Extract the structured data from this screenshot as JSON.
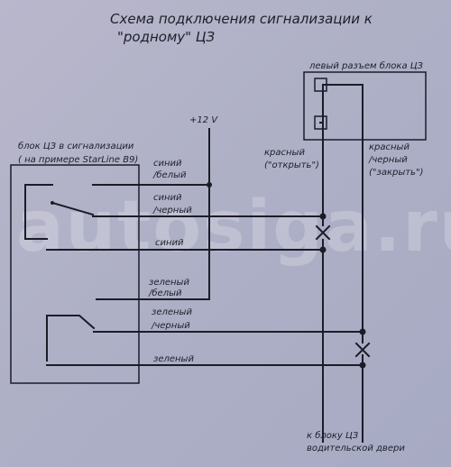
{
  "title_line1": "Схема подключения сигнализации к",
  "title_line2": "\"родному\" ЦЗ",
  "watermark": "autosiga.ru",
  "connector": {
    "label": "левый разъем блока ЦЗ"
  },
  "alarm_unit": {
    "label_line1": "блок ЦЗ в сигнализации",
    "label_line2": "( на примере StarLine B9)"
  },
  "power": {
    "label": "+12 V"
  },
  "wires": {
    "blue_white_1": "синий",
    "blue_white_2": "/белый",
    "blue_black_1": "синий",
    "blue_black_2": "/черный",
    "blue": "синий",
    "green_white_1": "зеленый",
    "green_white_2": "/белый",
    "green_black_1": "зеленый",
    "green_black_2": "/черный",
    "green": "зеленый"
  },
  "red_open": {
    "line1": "красный",
    "line2": "(\"открыть\")"
  },
  "red_close": {
    "line1": "красный",
    "line2": "/черный",
    "line3": "(\"закрыть\")"
  },
  "bottom_note": {
    "line1": "к блоку ЦЗ",
    "line2": "водительской двери"
  },
  "colors": {
    "background": "#aeb0c6",
    "ink": "#1c1c28",
    "watermark": "#ffffff"
  }
}
